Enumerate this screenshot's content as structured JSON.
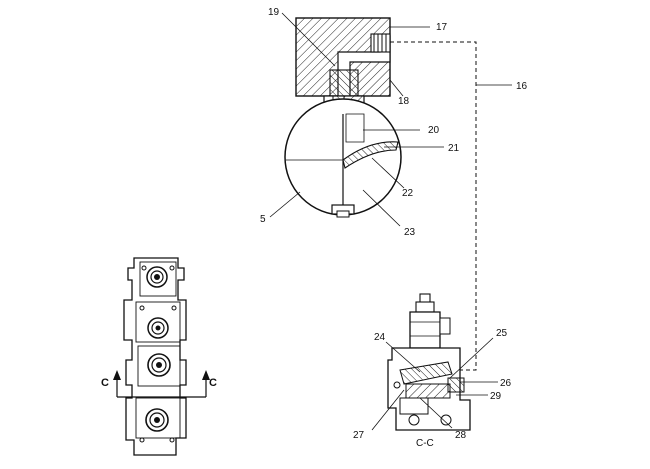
{
  "callouts": {
    "c5": "5",
    "c16": "16",
    "c17": "17",
    "c18": "18",
    "c19": "19",
    "c20": "20",
    "c21": "21",
    "c22": "22",
    "c23": "23",
    "c24": "24",
    "c25": "25",
    "c26": "26",
    "c27": "27",
    "c28": "28",
    "c29": "29"
  },
  "section_marker_left": "C",
  "section_marker_right": "C",
  "section_view_label": "C-C"
}
